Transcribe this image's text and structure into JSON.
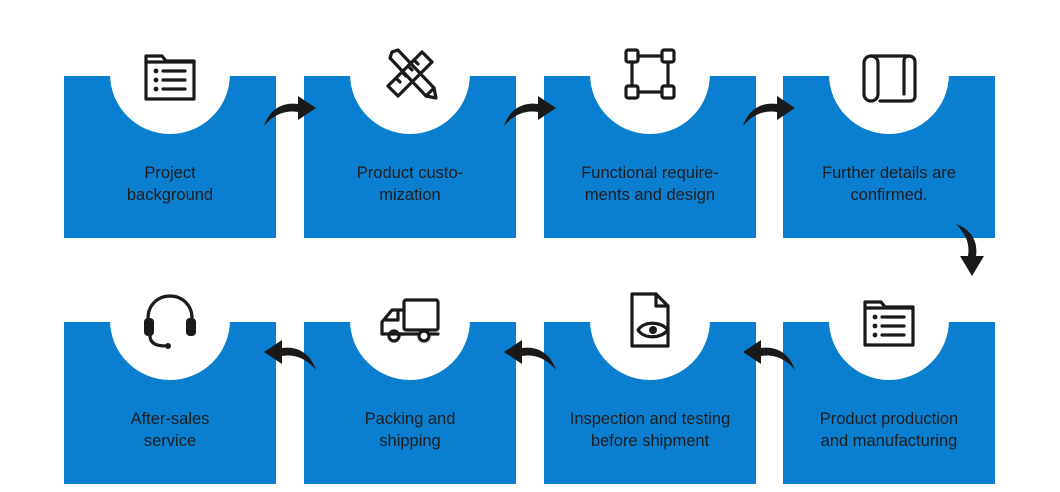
{
  "steps": [
    {
      "name": "project-background",
      "icon": "folder-list-icon",
      "lines": [
        "Project",
        "background"
      ]
    },
    {
      "name": "product-customization",
      "icon": "ruler-pencil-icon",
      "lines": [
        "Product custo-",
        "mization"
      ]
    },
    {
      "name": "functional-requirements",
      "icon": "vector-square-icon",
      "lines": [
        "Functional require-",
        "ments and design"
      ]
    },
    {
      "name": "further-details",
      "icon": "scroll-icon",
      "lines": [
        "Further details are",
        "confirmed."
      ]
    },
    {
      "name": "product-production",
      "icon": "folder-list-icon",
      "lines": [
        "Product production",
        "and manufacturing"
      ]
    },
    {
      "name": "inspection-testing",
      "icon": "document-eye-icon",
      "lines": [
        "Inspection and testing",
        "before shipment"
      ]
    },
    {
      "name": "packing-shipping",
      "icon": "truck-icon",
      "lines": [
        "Packing and",
        "shipping"
      ]
    },
    {
      "name": "after-sales",
      "icon": "headset-icon",
      "lines": [
        "After-sales",
        "service"
      ]
    }
  ],
  "colors": {
    "box": "#0a7fcf",
    "circle": "#ffffff",
    "text": "#1d1d1f",
    "arrow": "#1a1a1a"
  }
}
